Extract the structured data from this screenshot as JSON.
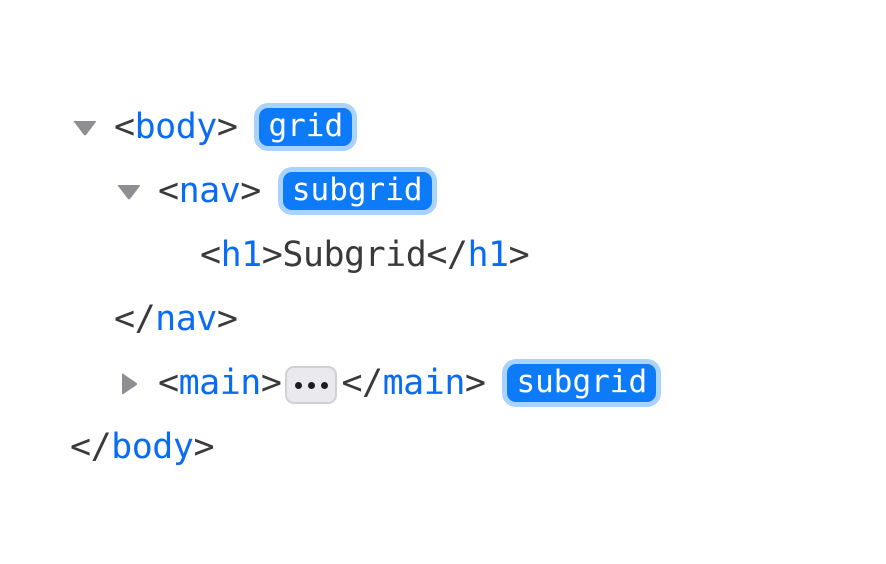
{
  "colors": {
    "background": "#ffffff",
    "tag_punctuation": "#3a3a3a",
    "tag_name": "#0a6cf5",
    "text_node": "#3a3a3a",
    "badge_fill": "#0d7bf7",
    "badge_glow": "#a9d2fd",
    "badge_text": "#ffffff",
    "twisty": "#8e8e93",
    "ellipsis_fill": "#eaeaee",
    "ellipsis_border": "#cfcfd6",
    "ellipsis_dot": "#1d1d1f"
  },
  "dom_tree": {
    "rows": [
      {
        "indent": 0,
        "twisty": "expanded",
        "twisty_icon": "triangle-down-icon",
        "open_bracket": "<",
        "tag_name": "body",
        "close_bracket": ">",
        "badge": "grid"
      },
      {
        "indent": 1,
        "twisty": "expanded",
        "twisty_icon": "triangle-down-icon",
        "open_bracket": "<",
        "tag_name": "nav",
        "close_bracket": ">",
        "badge": "subgrid"
      },
      {
        "indent": 2,
        "twisty": "none",
        "open_bracket": "<",
        "tag_name": "h1",
        "close_bracket": ">",
        "text_content": "Subgrid",
        "end_open_bracket": "</",
        "end_tag_name": "h1",
        "end_close_bracket": ">"
      },
      {
        "indent": 1,
        "twisty": "none",
        "open_bracket": "</",
        "tag_name": "nav",
        "close_bracket": ">"
      },
      {
        "indent": 1,
        "twisty": "collapsed",
        "twisty_icon": "triangle-right-icon",
        "open_bracket": "<",
        "tag_name": "main",
        "close_bracket": ">",
        "ellipsis_label": "•••",
        "end_open_bracket": "</",
        "end_tag_name": "main",
        "end_close_bracket": ">",
        "badge": "subgrid"
      },
      {
        "indent": 0,
        "twisty": "none",
        "open_bracket": "</",
        "tag_name": "body",
        "close_bracket": ">"
      }
    ]
  }
}
